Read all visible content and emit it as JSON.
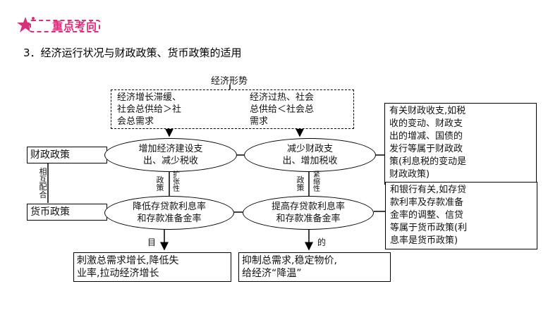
{
  "badge": {
    "label": "重点考向",
    "color": "#d8307b"
  },
  "heading": "3．经济运行状况与财政政策、货币政策的适用",
  "situation_title": "经济形势",
  "situation_left": "经济增长滞缓、\n社会总供给＞社\n会总需求",
  "situation_right": "经济过热、社会\n总供给＜社会总\n需求",
  "fiscal_label": "财政政策",
  "monetary_label": "货币政策",
  "coordination_label": "相互配合",
  "expansionary_fiscal": "增加经济建设支\n出、减少税收",
  "contractionary_fiscal": "减少财政支\n出、增加税收",
  "expansionary_monetary": "降低存贷款利息率\n和存款准备金率",
  "contractionary_monetary": "提高存贷款利息率\n和存款准备金率",
  "expansionary_policy_word": "政策",
  "expansionary_type": "扩张性",
  "contractionary_policy_word": "政策",
  "contractionary_type": "紧缩性",
  "purpose_left": "目",
  "purpose_right": "的",
  "result_left": "刺激总需求增长,降低失\n业率,拉动经济增长",
  "result_right": "抑制总需求,稳定物价,\n给经济“降温”",
  "note_fiscal": "有关财政收支,如税\n收的变动、财政支\n出的增减、国债的\n发行等属于财政政\n策(利息税的变动是\n财政政策)",
  "note_monetary": "和银行有关,如存贷\n款利率及存款准备\n金率的调整、信贷\n等属于货币政策(利\n息率是货币政策)"
}
